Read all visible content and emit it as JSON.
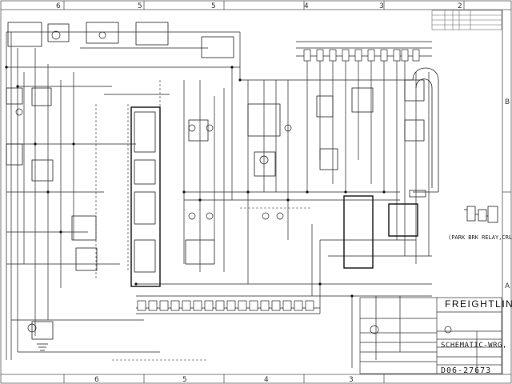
{
  "zones": {
    "top": [
      "6",
      "5",
      "5",
      "4",
      "3",
      "2"
    ],
    "bottom": [
      "6",
      "5",
      "4",
      "3"
    ],
    "right": [
      "B",
      "A"
    ]
  },
  "title_block": {
    "company": "FREIGHTLINER LL",
    "drawing_title": "SCHEMATIC-WRG, VEHICLE",
    "drawing_number": "D06-27673"
  },
  "callouts": {
    "park_brake_detail": "(PARK BRK RELAY,CRL DET"
  }
}
